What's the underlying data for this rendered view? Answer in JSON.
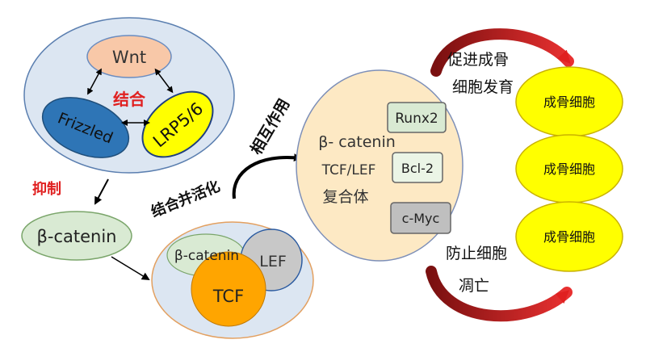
{
  "top_group": {
    "wnt": "Wnt",
    "frizzled": "Frizzled",
    "lrp": "LRP5/6",
    "bind": "结合"
  },
  "inhibit": "抑制",
  "beta_catenin_free": "β-catenin",
  "activate_label": "结合并活化",
  "complex_small": {
    "beta": "β-catenin",
    "lef": "LEF",
    "tcf": "TCF"
  },
  "interact_label": "相互作用",
  "complex_big": {
    "line1": "β- catenin",
    "line2": "TCF/LEF",
    "line3": "复合体",
    "targets": [
      "Runx2",
      "Bcl-2",
      "c-Myc"
    ]
  },
  "promote_label": [
    "促进成骨",
    "细胞发育"
  ],
  "prevent_label": [
    "防止细胞",
    "凋亡"
  ],
  "osteoblasts": [
    "成骨细胞",
    "成骨细胞",
    "成骨细胞"
  ],
  "colors": {
    "blue_outer": "#dce6f2",
    "peach": "#f8c8a8",
    "frizzled_blue": "#2e75b6",
    "yellow": "#ffff00",
    "green": "#d9ead3",
    "orange": "#ffa500",
    "grey": "#c8c8c8",
    "cream": "#fde9c4",
    "red_arrow": "#d62020"
  }
}
